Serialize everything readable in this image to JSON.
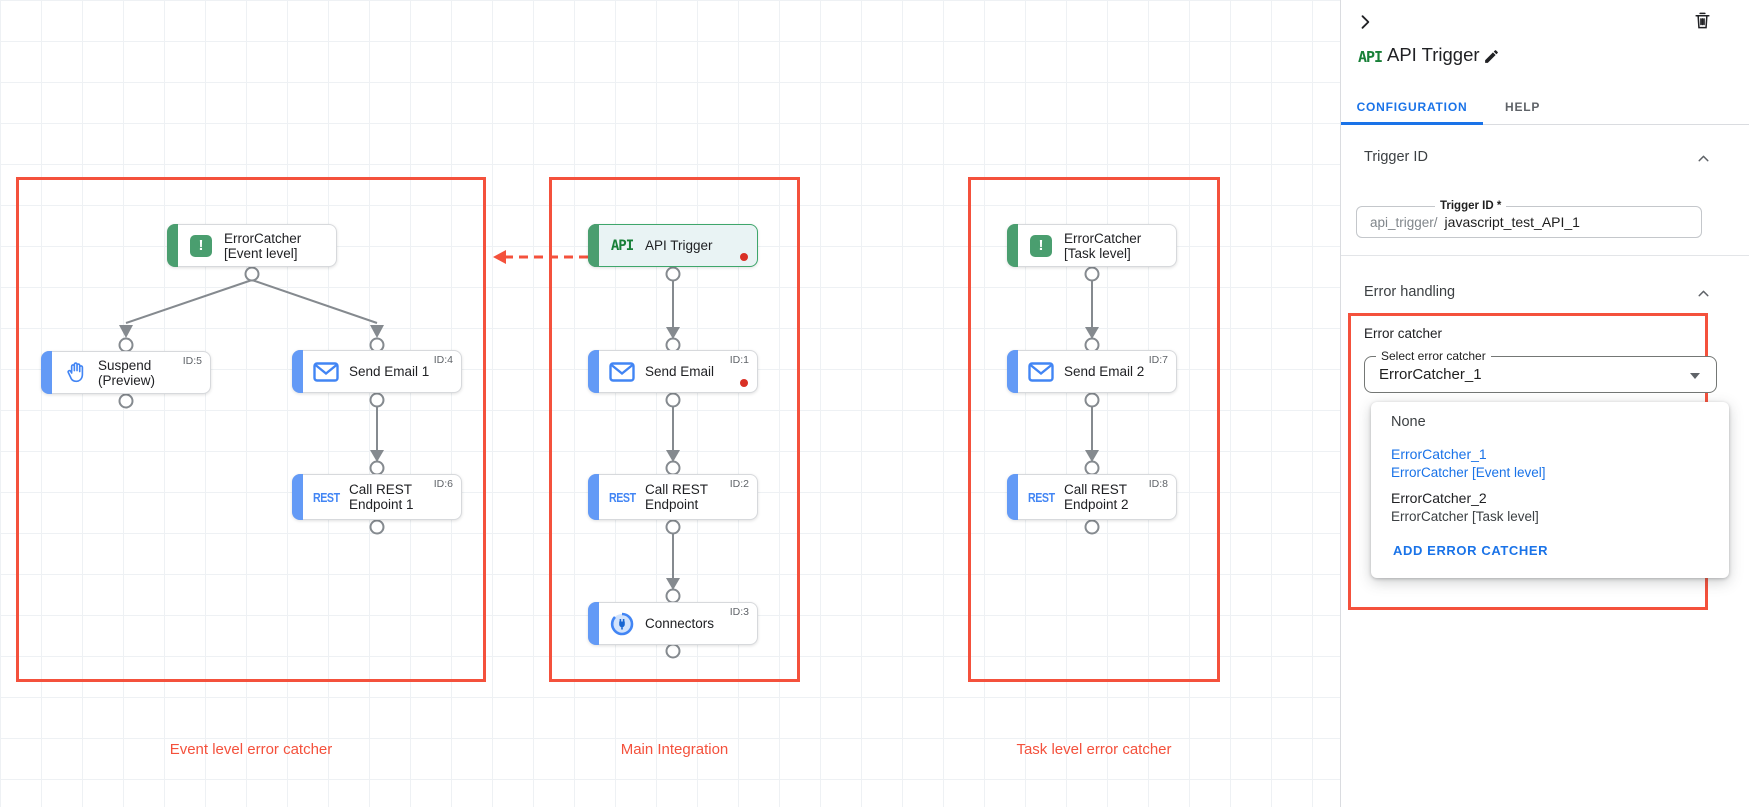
{
  "panel": {
    "icon_label": "API",
    "title": "API Trigger",
    "tabs": {
      "configuration": "CONFIGURATION",
      "help": "HELP"
    },
    "trigger_id": {
      "section_title": "Trigger ID",
      "field_label": "Trigger ID *",
      "prefix": "api_trigger/",
      "value": "javascript_test_API_1"
    },
    "error_handling": {
      "section_title": "Error handling",
      "group_label": "Error catcher",
      "select_label": "Select error catcher",
      "selected_value": "ErrorCatcher_1",
      "menu": {
        "none": "None",
        "option1_name": "ErrorCatcher_1",
        "option1_desc": "ErrorCatcher [Event level]",
        "option2_name": "ErrorCatcher_2",
        "option2_desc": "ErrorCatcher [Task level]",
        "add_button": "ADD ERROR CATCHER"
      }
    }
  },
  "canvas": {
    "group_labels": [
      "Event level error catcher",
      "Main Integration",
      "Task level error catcher"
    ],
    "icon_texts": {
      "api": "API",
      "rest": "REST",
      "error": "!"
    },
    "nodes": [
      {
        "title1": "ErrorCatcher",
        "title2": "[Event level]",
        "id": "",
        "icon": "error-catcher-icon"
      },
      {
        "title1": "Suspend",
        "title2": "(Preview)",
        "id": "ID:5",
        "icon": "hand-icon"
      },
      {
        "title1": "Send Email 1",
        "title2": "",
        "id": "ID:4",
        "icon": "email-icon"
      },
      {
        "title1": "Call REST",
        "title2": "Endpoint 1",
        "id": "ID:6",
        "icon": "rest-icon"
      },
      {
        "title1": "API Trigger",
        "title2": "",
        "id": "",
        "icon": "api-icon"
      },
      {
        "title1": "Send Email",
        "title2": "",
        "id": "ID:1",
        "icon": "email-icon"
      },
      {
        "title1": "Call REST",
        "title2": "Endpoint",
        "id": "ID:2",
        "icon": "rest-icon"
      },
      {
        "title1": "Connectors",
        "title2": "",
        "id": "ID:3",
        "icon": "connector-icon"
      },
      {
        "title1": "ErrorCatcher",
        "title2": "[Task level]",
        "id": "",
        "icon": "error-catcher-icon"
      },
      {
        "title1": "Send Email 2",
        "title2": "",
        "id": "ID:7",
        "icon": "email-icon"
      },
      {
        "title1": "Call REST",
        "title2": "Endpoint 2",
        "id": "ID:8",
        "icon": "rest-icon"
      }
    ]
  },
  "colors": {
    "accent_blue": "#1a73e8",
    "node_bar_blue": "#639af6",
    "node_bar_green": "#4a9e6f",
    "group_red": "#f4513c",
    "alert_dot_red": "#d93025"
  }
}
